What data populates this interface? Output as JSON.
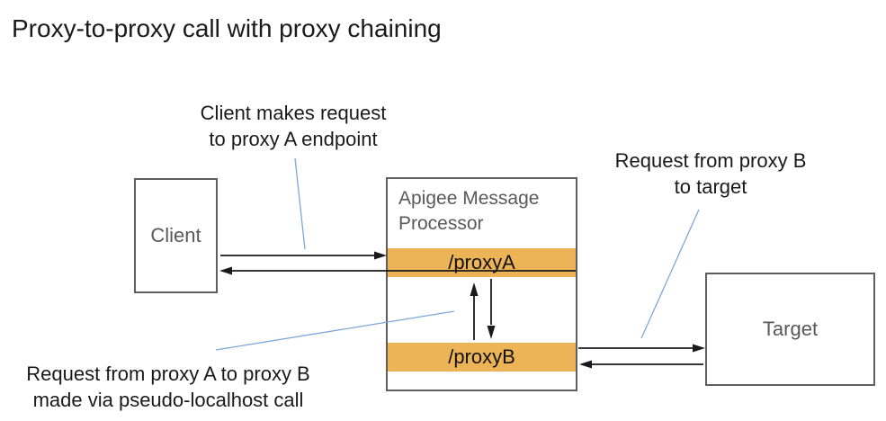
{
  "title": "Proxy-to-proxy call with proxy chaining",
  "colors": {
    "accent_orange": "#ECB357",
    "leader_blue": "#7BA7DC",
    "box_border": "#5E5E5E",
    "box_text": "#595959",
    "ink": "#1A1A1A"
  },
  "annotations": {
    "client_request": {
      "line1": "Client makes request",
      "line2": "to proxy A endpoint"
    },
    "proxy_b_to_target": {
      "line1": "Request from proxy B",
      "line2": "to target"
    },
    "proxy_a_to_b": {
      "line1": "Request from proxy A to proxy B",
      "line2": "made via pseudo-localhost call"
    }
  },
  "nodes": {
    "client": {
      "label": "Client"
    },
    "processor": {
      "title": "Apigee Message Processor",
      "proxy_a_label": "/proxyA",
      "proxy_b_label": "/proxyB"
    },
    "target": {
      "label": "Target"
    }
  }
}
